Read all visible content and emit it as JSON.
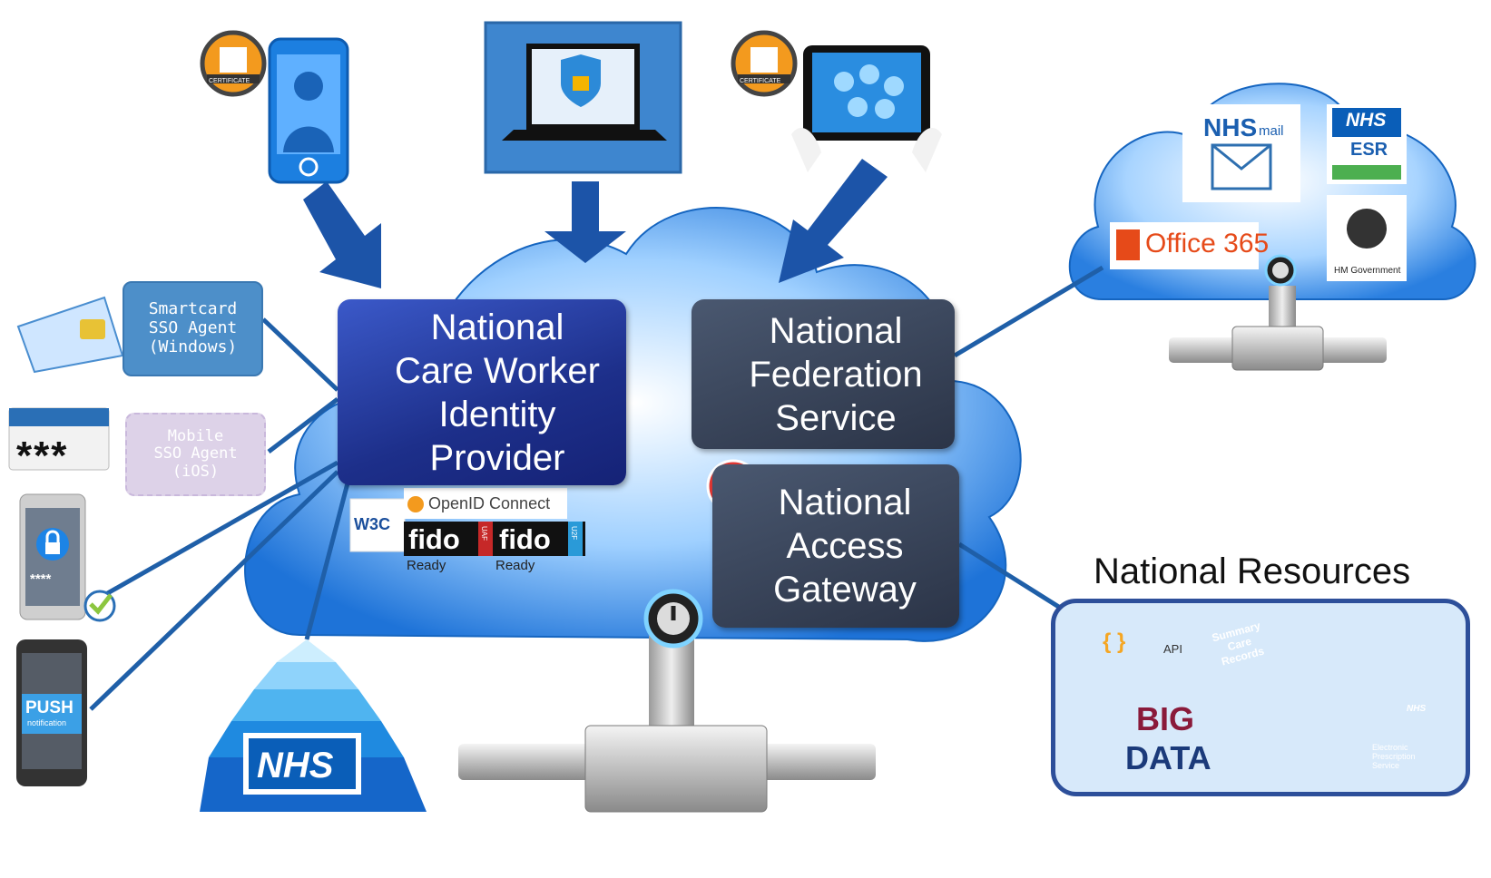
{
  "identity_provider": {
    "lines": [
      "National",
      "Care Worker",
      "Identity",
      "Provider"
    ]
  },
  "federation_service": {
    "lines": [
      "National",
      "Federation",
      "Service"
    ]
  },
  "access_gateway": {
    "lines": [
      "National",
      "Access",
      "Gateway"
    ]
  },
  "smartcard_agent": {
    "text": "Smartcard\nSSO Agent\n(Windows)"
  },
  "mobile_agent": {
    "text": "Mobile\nSSO Agent\n(iOS)"
  },
  "password_mask": "***",
  "pin_mask": "****",
  "push_label": "PUSH",
  "push_sub": "notification",
  "certificate_label": "CERTIFICATE",
  "standards": {
    "w3c": "W3C",
    "openid": "OpenID Connect",
    "fido_uaf": "fido",
    "uaf_tag": "UAF",
    "fido_u2f": "fido",
    "u2f_tag": "U2F",
    "ready_1": "Ready",
    "ready_2": "Ready"
  },
  "nhs_pyramid_label": "NHS",
  "services": {
    "nhsmail_nhs": "NHS",
    "nhsmail_mail": "mail",
    "esr_nhs": "NHS",
    "esr": "ESR",
    "office365": "Office 365",
    "hm_government": "HM Government"
  },
  "national_resources": {
    "title": "National Resources",
    "api": "API",
    "api_braces": "{ }",
    "summary_care": "Summary\nCare\nRecords",
    "big": "BIG",
    "data": "DATA",
    "eps_nhs": "NHS",
    "eps": "Electronic\nPrescription\nService"
  },
  "colors": {
    "arrow_blue": "#1c54a8",
    "cloud_blue": "#1e73d8",
    "idp_blue": "#1d2f8a",
    "dark_box": "#2b3447",
    "line_blue": "#1f5fa8"
  }
}
